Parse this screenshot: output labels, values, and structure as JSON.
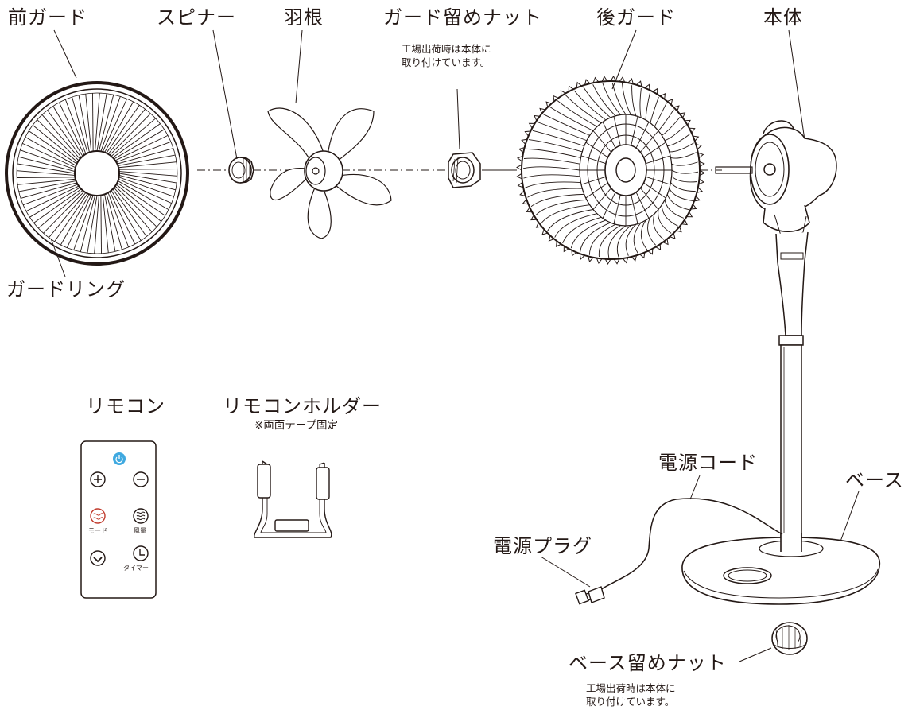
{
  "labels": {
    "front_guard": "前ガード",
    "spinner": "スピナー",
    "blade": "羽根",
    "guard_nut": "ガード留めナット",
    "guard_nut_note_1": "工場出荷時は本体に",
    "guard_nut_note_2": "取り付けています。",
    "rear_guard": "後ガード",
    "body": "本体",
    "guard_ring": "ガードリング",
    "remote": "リモコン",
    "remote_holder": "リモコンホルダー",
    "remote_holder_note": "※両面テープ固定",
    "power_cord": "電源コード",
    "base": "ベース",
    "power_plug": "電源プラグ",
    "base_nut": "ベース留めナット",
    "base_nut_note_1": "工場出荷時は本体に",
    "base_nut_note_2": "取り付けています。"
  },
  "remote": {
    "mode_label": "モード",
    "wind_label": "風量",
    "timer_label": "タイマー",
    "power_color": "#3fa9e0",
    "mode_color": "#c0392b"
  }
}
